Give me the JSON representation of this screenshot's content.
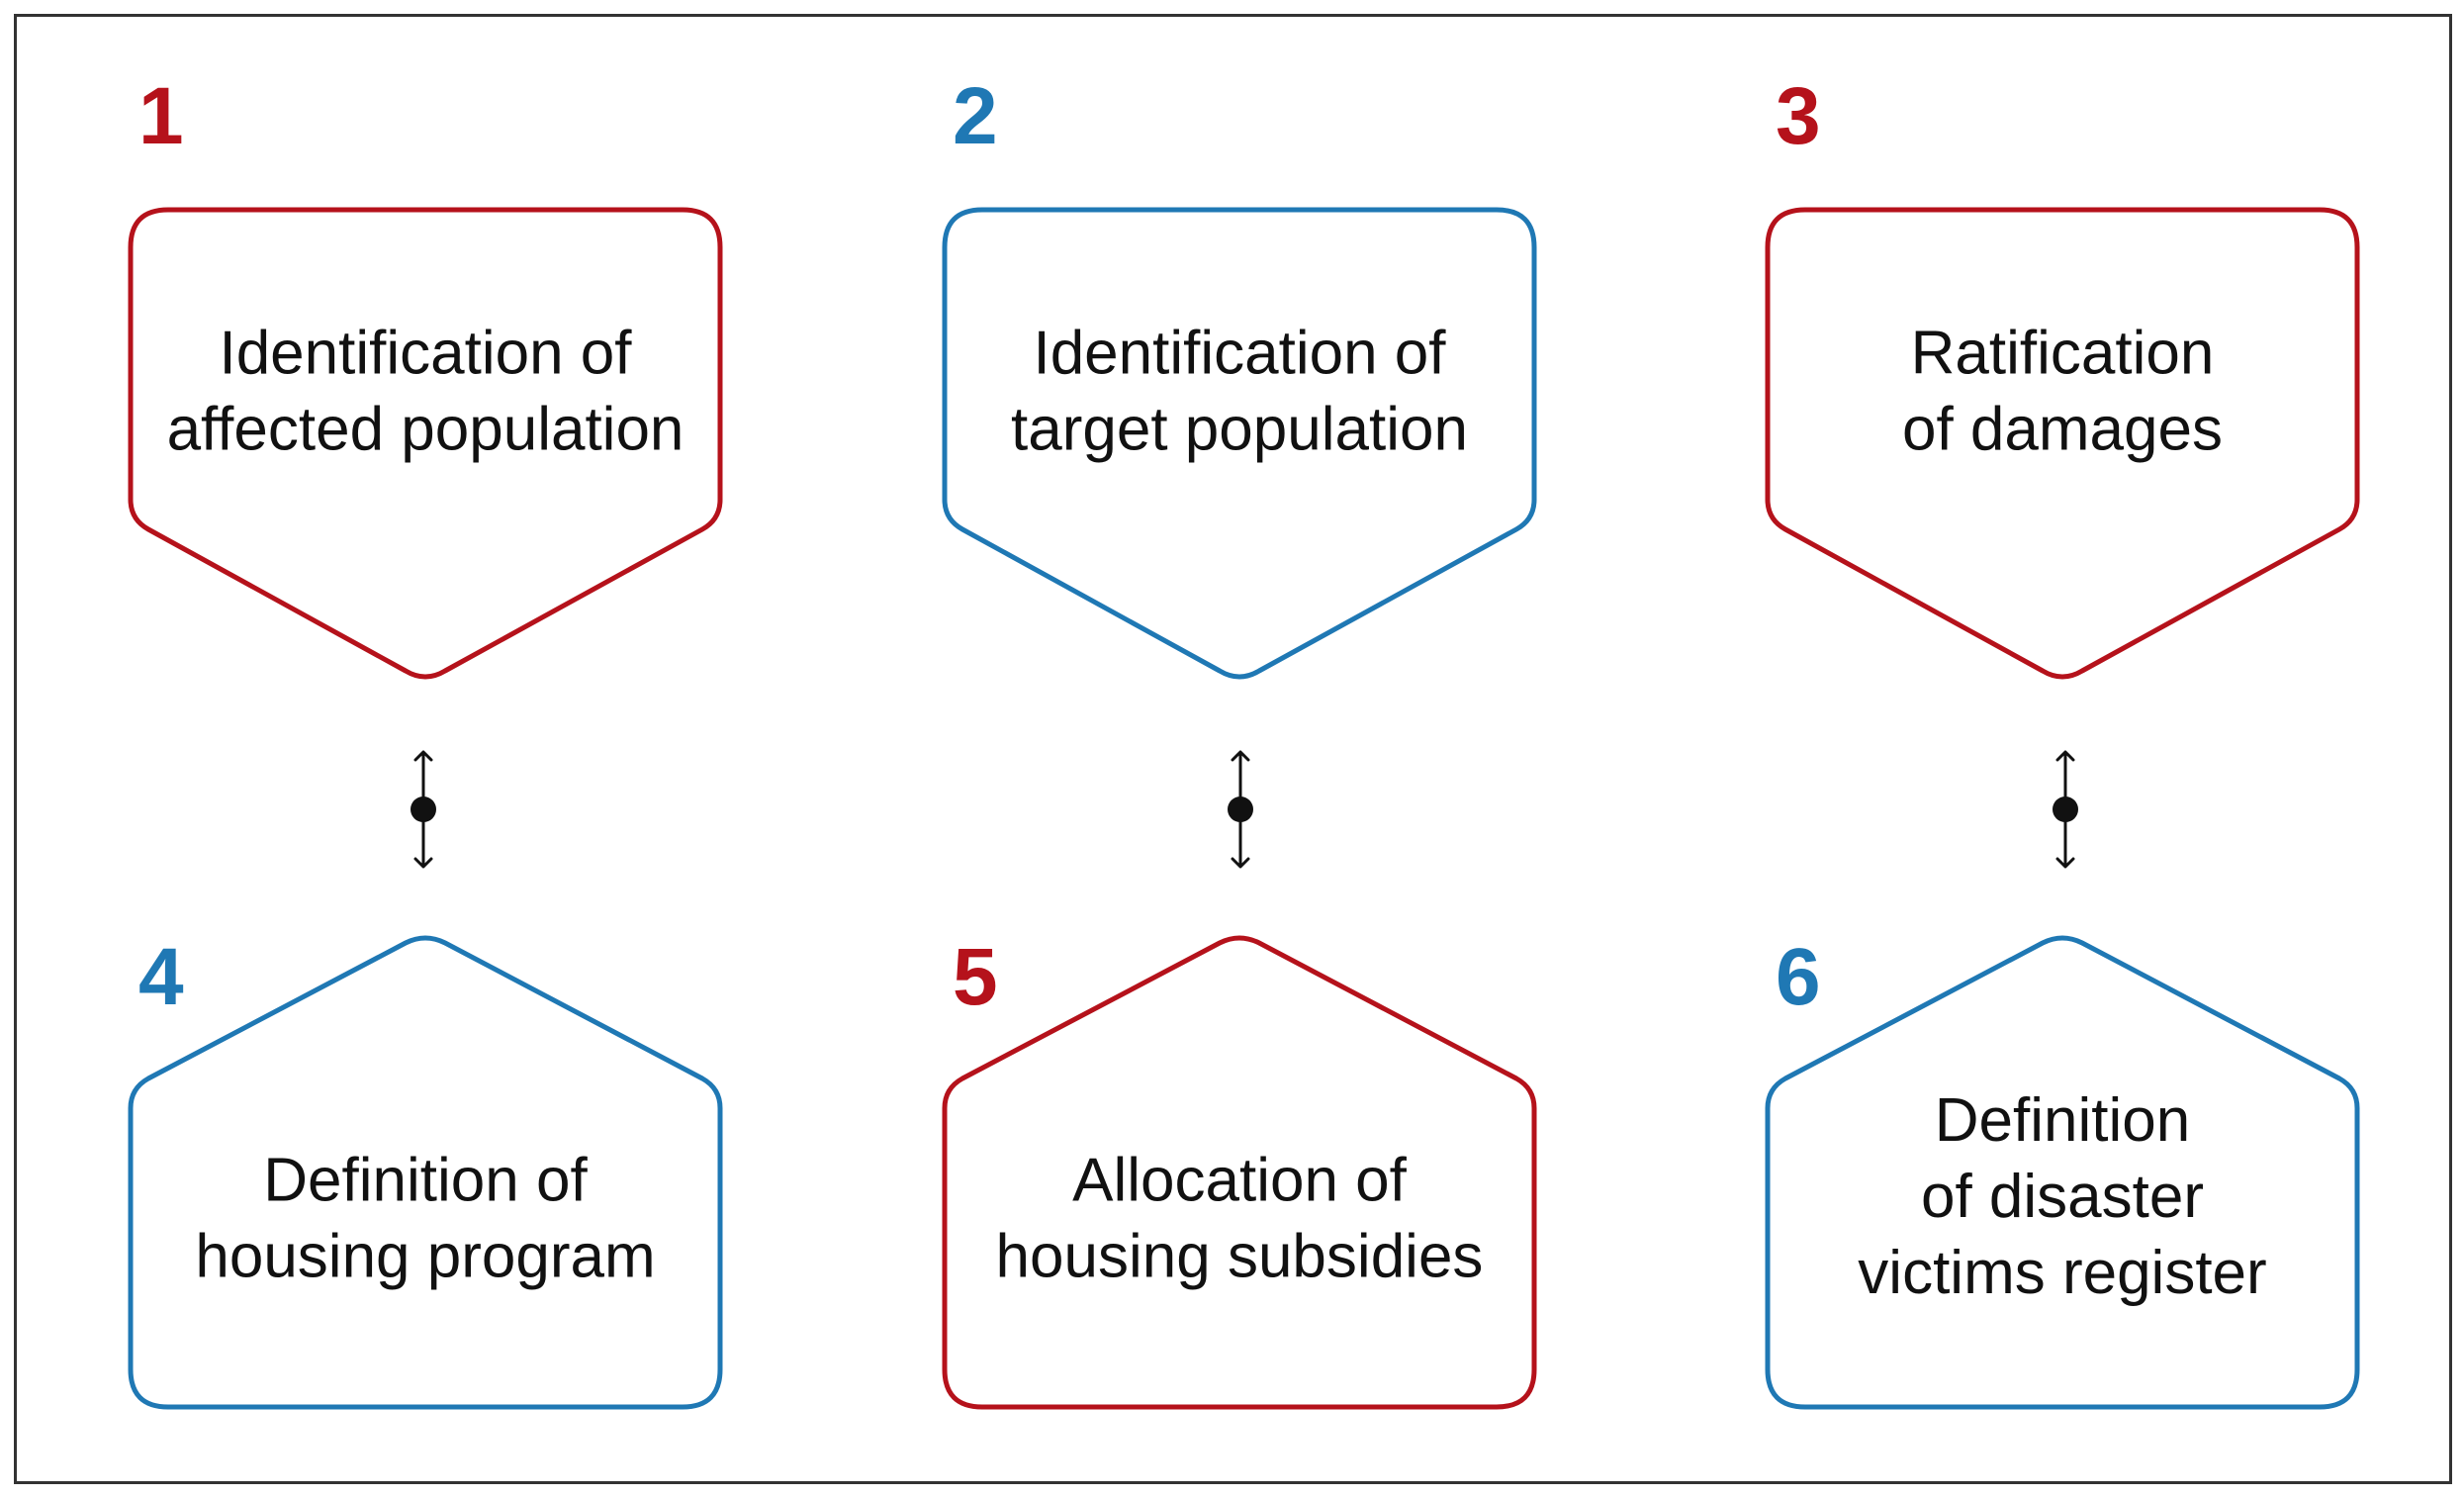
{
  "colors": {
    "red": "#b5121b",
    "blue": "#1f78b4",
    "connector": "#111111"
  },
  "steps": [
    {
      "number": "1",
      "lines": [
        "Identification of",
        "affected population"
      ],
      "color": "red",
      "shape": "down"
    },
    {
      "number": "2",
      "lines": [
        "Identification of",
        "target population"
      ],
      "color": "blue",
      "shape": "down"
    },
    {
      "number": "3",
      "lines": [
        "Ratification",
        "of damages"
      ],
      "color": "red",
      "shape": "down"
    },
    {
      "number": "4",
      "lines": [
        "Definition of",
        "housing program"
      ],
      "color": "blue",
      "shape": "up"
    },
    {
      "number": "5",
      "lines": [
        "Allocation of",
        "housing subsidies"
      ],
      "color": "red",
      "shape": "up"
    },
    {
      "number": "6",
      "lines": [
        "Definition",
        "of disaster",
        "victims register"
      ],
      "color": "blue",
      "shape": "up"
    }
  ],
  "connectors": [
    {
      "from": "1",
      "to": "4",
      "type": "bidirectional"
    },
    {
      "from": "2",
      "to": "5",
      "type": "bidirectional"
    },
    {
      "from": "3",
      "to": "6",
      "type": "bidirectional"
    }
  ]
}
